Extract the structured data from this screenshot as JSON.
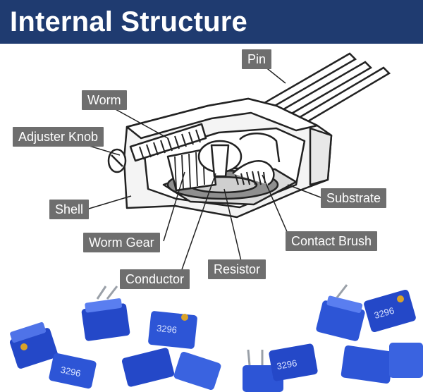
{
  "header": {
    "title": "Internal Structure"
  },
  "labels": {
    "pin": "Pin",
    "worm": "Worm",
    "adjuster_knob": "Adjuster Knob",
    "shell": "Shell",
    "substrate": "Substrate",
    "worm_gear": "Worm Gear",
    "contact_brush": "Contact Brush",
    "conductor": "Conductor",
    "resistor": "Resistor"
  },
  "product": {
    "marking": "3296"
  },
  "colors": {
    "header": "#1f3b70",
    "label_bg": "#6e6e6e",
    "component_blue": "#2448c8",
    "trimmer_brass": "#d9a32a"
  }
}
